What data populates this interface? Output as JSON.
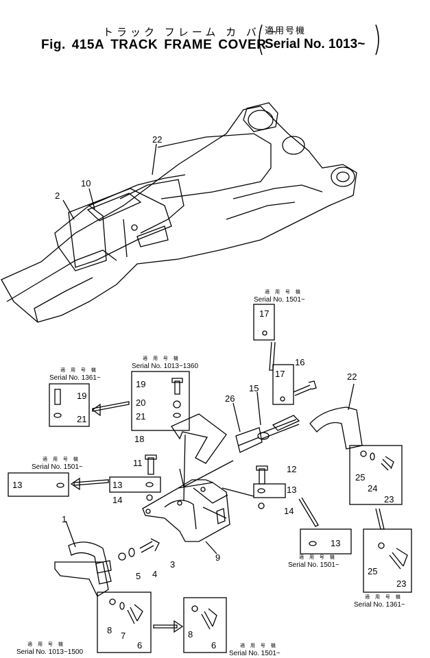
{
  "header": {
    "title_jp": "トラック フレーム カ バ ー",
    "fig": "Fig.",
    "fig_number": "415A",
    "title_words": [
      "TRACK",
      "FRAME",
      "COVER"
    ],
    "serial_jp": "適用号機",
    "serial": "Serial No. 1013~"
  },
  "notes": {
    "applicability_jp": "適 用 号 機",
    "n17": "Serial No. 1501~",
    "n19_21_left": "Serial No. 1361~",
    "n19_21_main": "Serial No. 1013~1360",
    "n13_left": "Serial No. 1501~",
    "n13_right": "Serial No. 1501~",
    "n23_right": "Serial No. 1361~",
    "n6_left": "Serial No. 1013~1500",
    "n6_right": "Serial No. 1501~"
  },
  "callouts": {
    "c1": "1",
    "c2": "2",
    "c3": "3",
    "c4": "4",
    "c5": "5",
    "c6a": "6",
    "c6b": "6",
    "c7": "7",
    "c8a": "8",
    "c8b": "8",
    "c9": "9",
    "c10": "10",
    "c11": "11",
    "c12": "12",
    "c13a": "13",
    "c13b": "13",
    "c13c": "13",
    "c13d": "13",
    "c14a": "14",
    "c14b": "14",
    "c15": "15",
    "c16": "16",
    "c17a": "17",
    "c17b": "17",
    "c18": "18",
    "c19a": "19",
    "c19b": "19",
    "c20": "20",
    "c21a": "21",
    "c21b": "21",
    "c22a": "22",
    "c22b": "22",
    "c23a": "23",
    "c23b": "23",
    "c24": "24",
    "c25a": "25",
    "c25b": "25",
    "c26": "26"
  }
}
